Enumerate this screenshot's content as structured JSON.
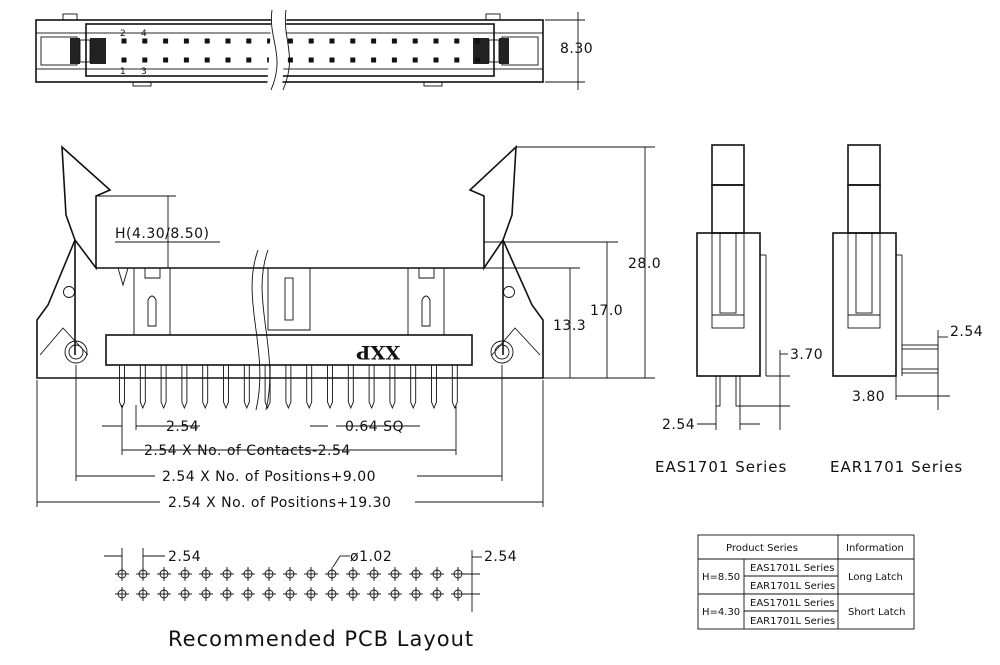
{
  "top_view": {
    "dimension_height": "8.30",
    "pin_labels_top": [
      "2",
      "4"
    ],
    "pin_labels_bottom": [
      "1",
      "3"
    ]
  },
  "front_view": {
    "height_option": "H(4.30/8.50)",
    "marking": "XXP",
    "dim_total_height": "28.0",
    "dim_mid_height": "17.0",
    "dim_low_height": "13.3",
    "dim_pitch": "2.54",
    "dim_pin_size": "0.64 SQ",
    "dim_contacts": "2.54 X No. of Contacts-2.54",
    "dim_positions": "2.54 X No. of Positions+9.00",
    "dim_overall": "2.54 X No. of Positions+19.30"
  },
  "side_views": {
    "eas": {
      "title": "EAS1701 Series",
      "dim_tail": "3.70",
      "dim_pitch": "2.54"
    },
    "ear": {
      "title": "EAR1701 Series",
      "dim_pitch": "2.54",
      "dim_offset": "3.80"
    }
  },
  "pcb": {
    "caption": "Recommended PCB Layout",
    "dim_pitch_x": "2.54",
    "dim_hole": "ø1.02",
    "dim_pitch_y": "2.54"
  },
  "table": {
    "header_product": "Product Series",
    "header_info": "Information",
    "groups": [
      {
        "height": "H=8.50",
        "series": [
          "EAS1701L Series",
          "EAR1701L Series"
        ],
        "info": "Long Latch"
      },
      {
        "height": "H=4.30",
        "series": [
          "EAS1701L Series",
          "EAR1701L Series"
        ],
        "info": "Short Latch"
      }
    ]
  }
}
